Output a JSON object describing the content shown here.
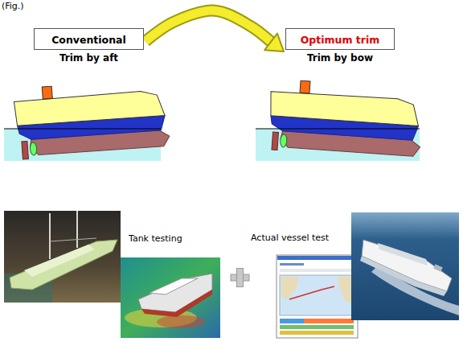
{
  "diagram": {
    "nodes": [
      {
        "text": [
          "Conventional",
          "Trim by aft"
        ]
      },
      {
        "text": [
          "Optimum trim",
          "Trim by bow"
        ]
      }
    ],
    "edges": [
      {
        "from": 0,
        "to": 1,
        "arrow": "to"
      }
    ],
    "labels": [
      "(Fig.)",
      "Tank testing",
      "Actual vessel test"
    ]
  }
}
